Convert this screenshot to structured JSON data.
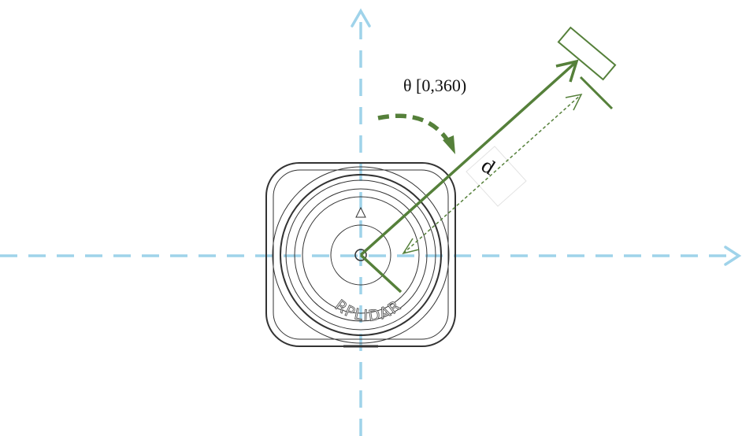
{
  "diagram": {
    "angle_label": "θ [0,360)",
    "distance_label": "d",
    "device_brand": "RPLIDAR"
  },
  "colors": {
    "axis": "#9fd3ea",
    "accent": "#55803a",
    "device_stroke": "#333333"
  }
}
